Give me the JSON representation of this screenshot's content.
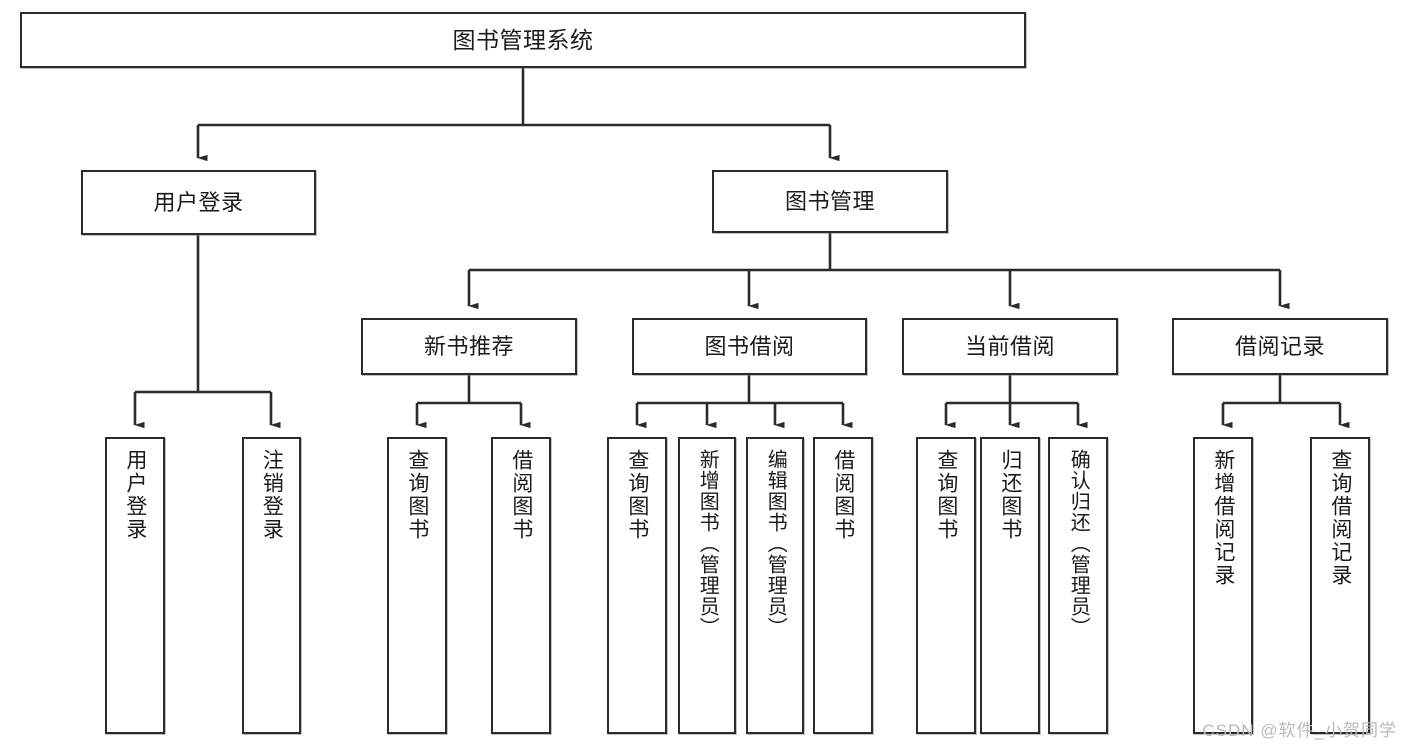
{
  "diagram": {
    "type": "tree",
    "title": "图书管理系统",
    "colors": {
      "box_border": "#2b2b2b",
      "box_fill": "#ffffff",
      "connector": "#2b2b2b",
      "text": "#1b1b1b",
      "watermark": "#b9b9b9"
    },
    "root": {
      "label": "图书管理系统"
    },
    "level2": [
      {
        "label": "用户登录"
      },
      {
        "label": "图书管理"
      }
    ],
    "level3": [
      {
        "label": "新书推荐"
      },
      {
        "label": "图书借阅"
      },
      {
        "label": "当前借阅"
      },
      {
        "label": "借阅记录"
      }
    ],
    "leaves": {
      "user_login": [
        {
          "label": "用户登录"
        },
        {
          "label": "注销登录"
        }
      ],
      "new_book_recommend": [
        {
          "label": "查询图书"
        },
        {
          "label": "借阅图书"
        }
      ],
      "book_borrow": [
        {
          "label": "查询图书"
        },
        {
          "label": "新增图书（管理员）"
        },
        {
          "label": "编辑图书（管理员）"
        },
        {
          "label": "借阅图书"
        }
      ],
      "current_borrow": [
        {
          "label": "查询图书"
        },
        {
          "label": "归还图书"
        },
        {
          "label": "确认归还（管理员）"
        }
      ],
      "borrow_record": [
        {
          "label": "新增借阅记录"
        },
        {
          "label": "查询借阅记录"
        }
      ]
    }
  },
  "watermark": {
    "text": "CSDN @软件_小贺同学"
  }
}
